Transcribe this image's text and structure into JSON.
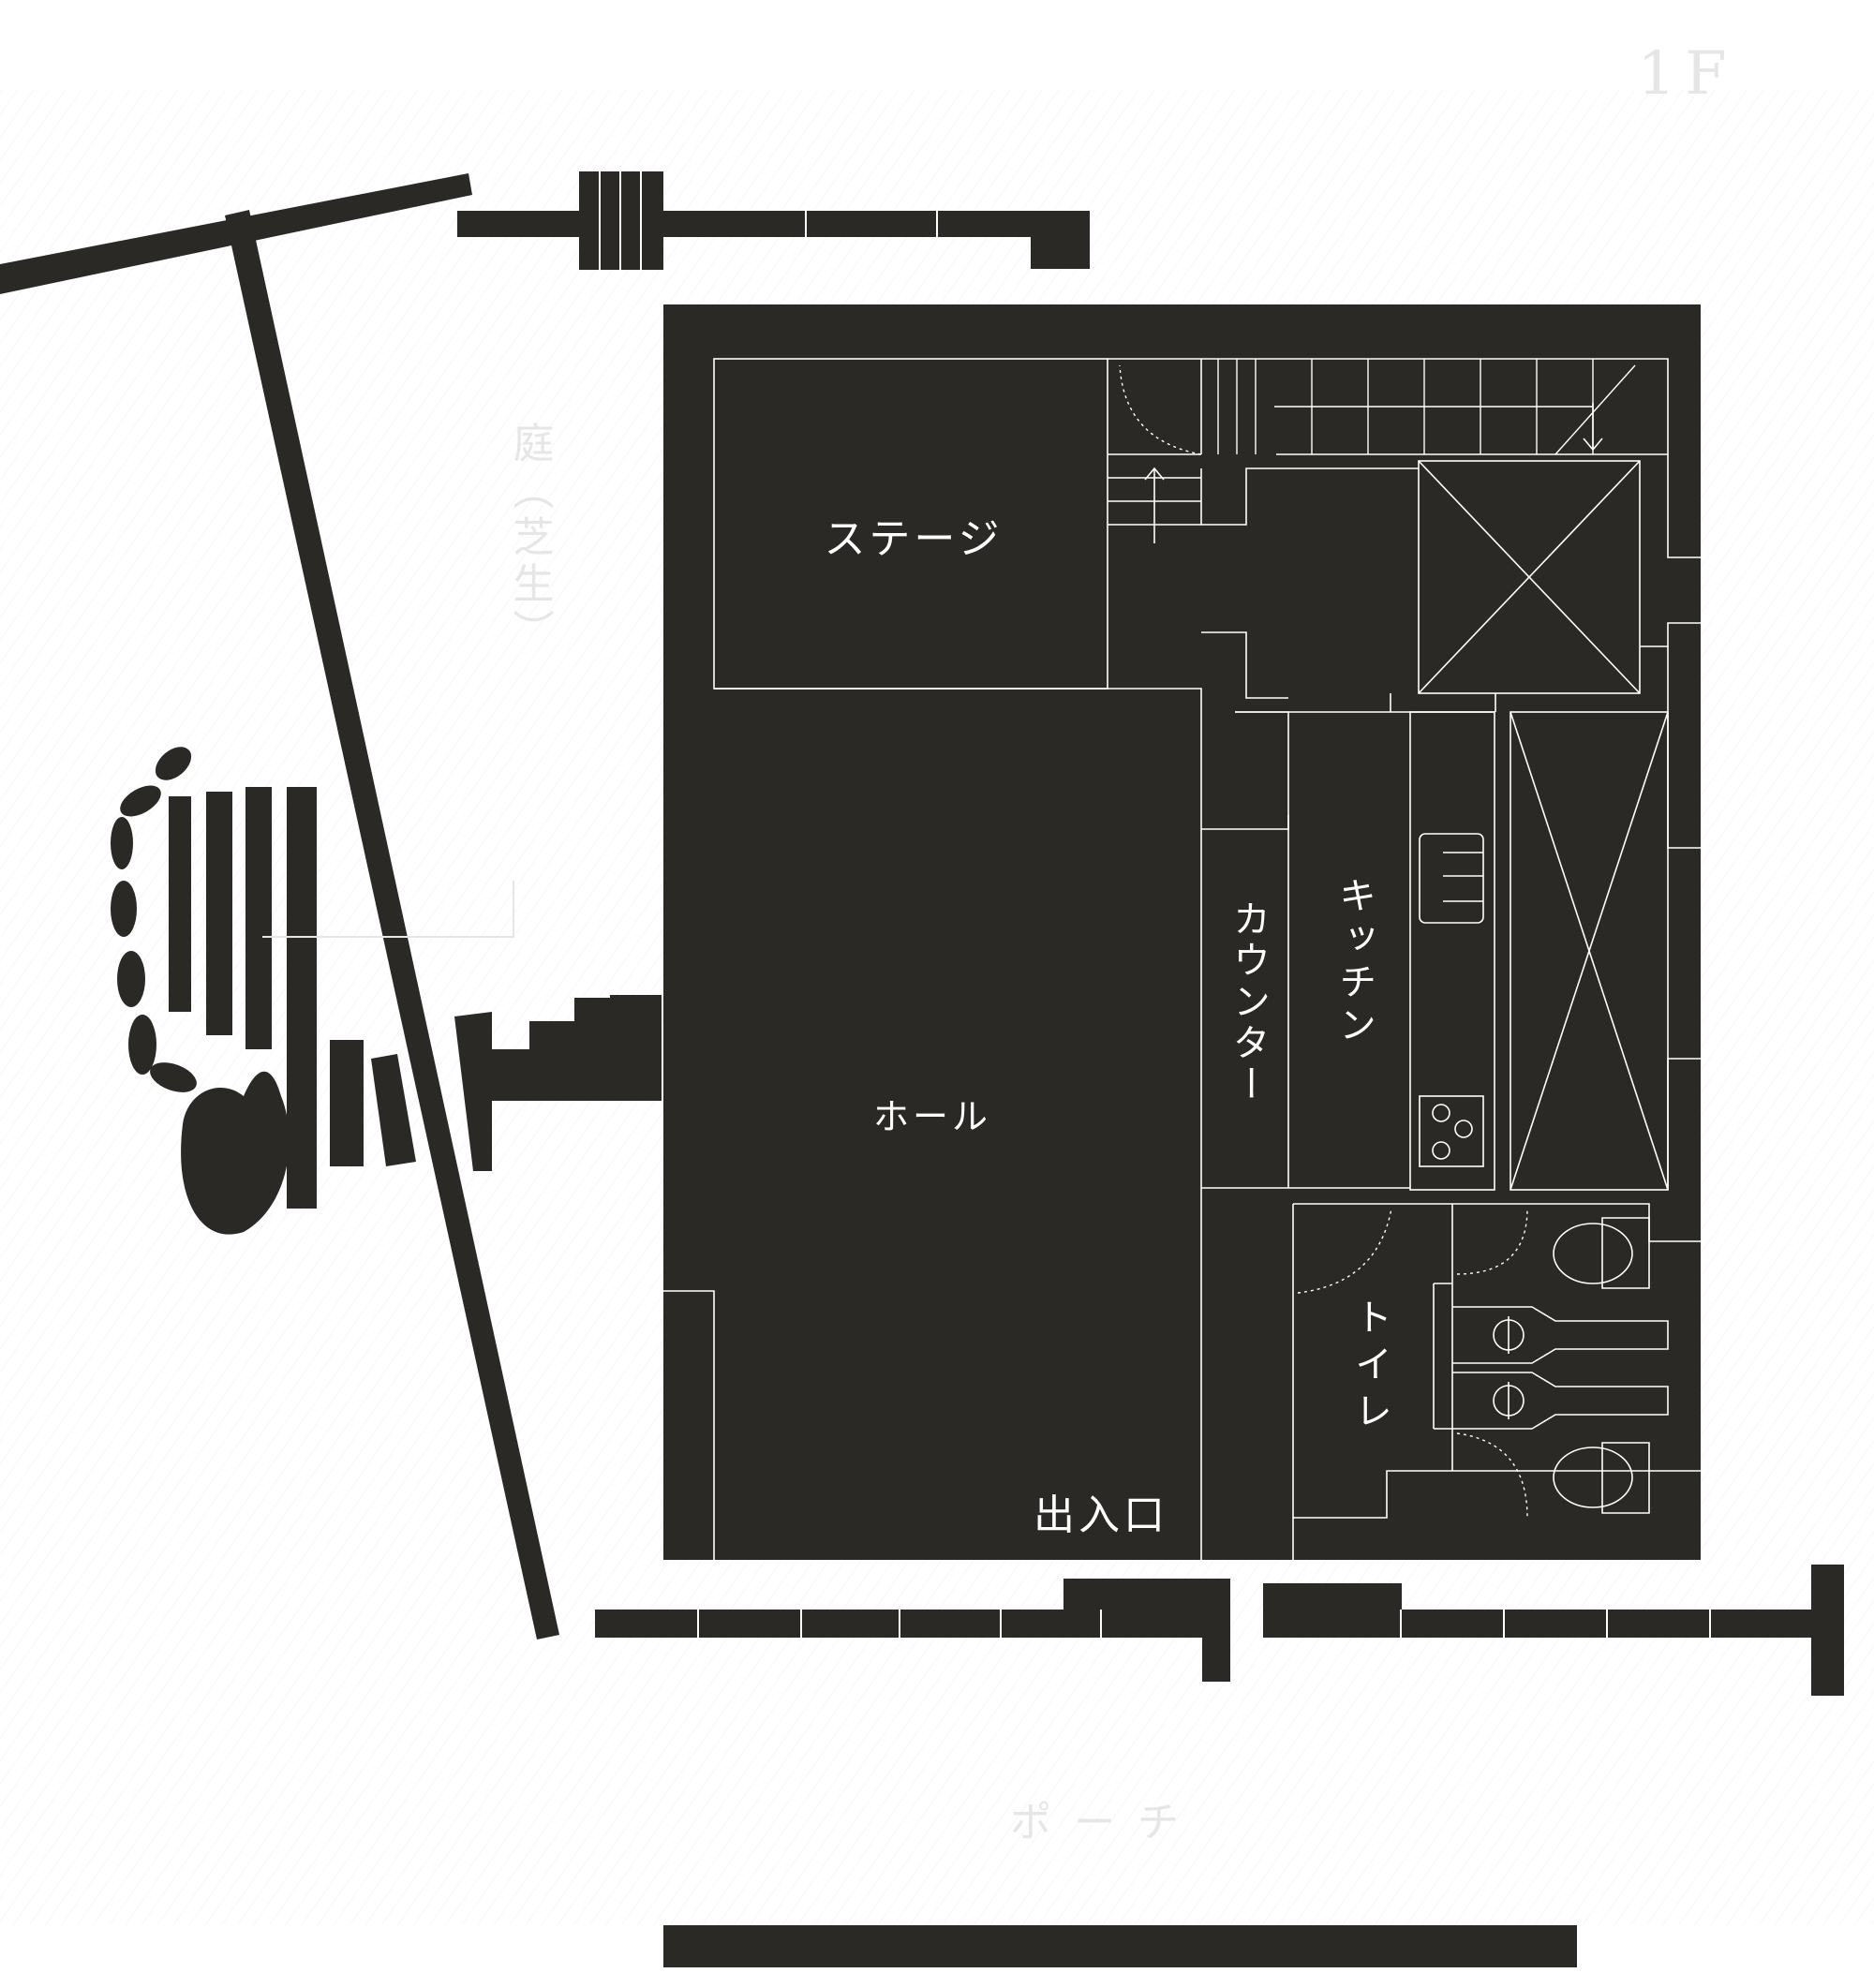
{
  "floor": "1F",
  "colors": {
    "ink": "#2b2925",
    "line": "#ffffff",
    "hatch": "#f0f0f0",
    "faint_text": "#e8e8e8",
    "background": "#ffffff"
  },
  "labels": {
    "stage": "ステージ",
    "hall": "ホール",
    "counter": "カウンター",
    "kitchen": "キッチン",
    "toilet": "トイレ",
    "entrance": "出入口",
    "garden": "庭（芝生）",
    "porch": "ポーチ"
  },
  "icons": {
    "stairs": "stairs-down-arrow",
    "toilet": "toilet-icon",
    "sink": "sink-icon",
    "stove": "stove-burner-icon",
    "void": "void-cross"
  }
}
